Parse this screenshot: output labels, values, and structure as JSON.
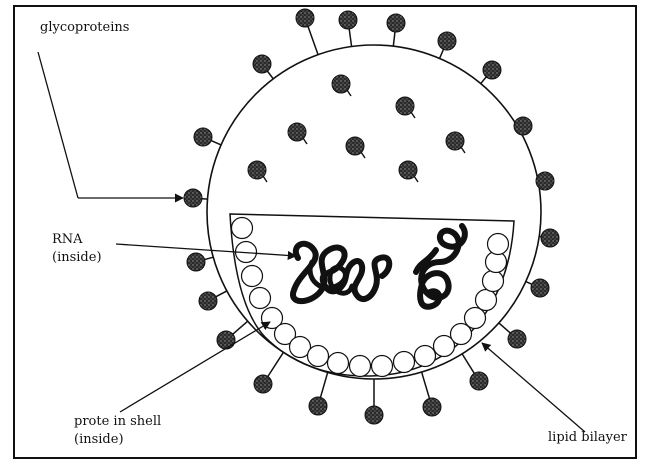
{
  "diagram": {
    "labels": {
      "glycoproteins": "glycoproteins",
      "rna_line1": "RNA",
      "rna_line2": "(inside)",
      "protein_shell_line1": "prote in shell",
      "protein_shell_line2": "(inside)",
      "lipid_bilayer": "lipid bilayer"
    },
    "icons": [
      "glycoprotein-knob-icon",
      "protein-subunit-icon",
      "rna-strand-icon",
      "arrow-icon"
    ],
    "colors": {
      "outline": "#111111",
      "knob_fill": "#2b2b2b",
      "knob_speckle": "#9a9a9a",
      "background": "#ffffff"
    }
  }
}
